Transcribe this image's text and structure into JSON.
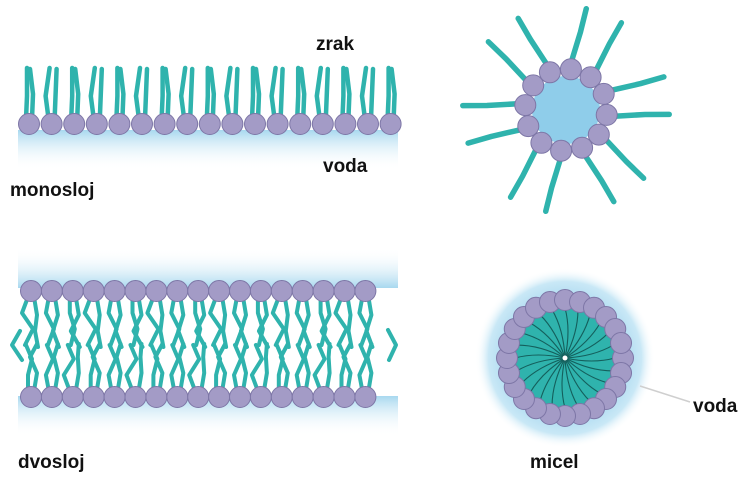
{
  "labels": {
    "air": "zrak",
    "water_top": "voda",
    "monolayer": "monosloj",
    "bilayer": "dvosloj",
    "micelle": "micel",
    "water_right": "voda"
  },
  "colors": {
    "head": "#a39bc6",
    "head_stroke": "#7d76a6",
    "tail": "#2fb3ad",
    "tail_dark": "#1d8c87",
    "water": "#bfe3f3",
    "water_core": "#8fcdea",
    "leader": "#cfcfcf"
  }
}
